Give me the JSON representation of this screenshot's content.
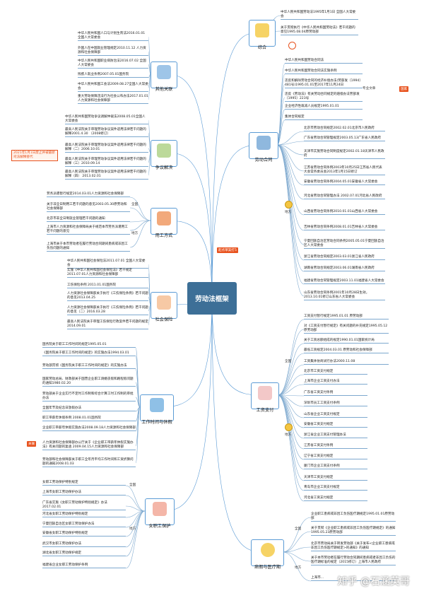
{
  "center_title": "劳动法框架",
  "tags": {
    "left_note": "2021年1月1日废止并被最新司法解释替代",
    "center_note": "起点草案打5",
    "right_note": "国家",
    "bottom_note": "关联"
  },
  "branches": {
    "general": "综合",
    "other": "其他关联",
    "dispute": "争议解决",
    "employment": "用工方式",
    "social": "社会保险",
    "worktime": "工作时间与休假",
    "female": "女职工保护",
    "contract": "劳动合同",
    "wage": "工资支付",
    "leave": "病假与医疗期"
  },
  "labels": {
    "national": "全国",
    "local": "地方",
    "special": "专业文章"
  },
  "general_items": [
    "中华人民共和国劳动法1995年1月1日 全国人大常委会",
    "关于贯彻执行《中华人民共和国劳动法》若干问题的意见1995.08.04原劳动部"
  ],
  "other_items": [
    "中华人民共和国人口与计划生育法2016.01.01 全国人大常委会",
    "外国人在中国就业管理规定2010.11.12 人力资源和社会保障部",
    "中华人民共和国职业病防治法2016.07.02 全国人大常委会",
    "残疾人就业条例2007.05.01国务院",
    "中华人民共和国工会法2009.08.27全国人大常委会",
    "重大劳动保障违法行为社会公布办法2017.01.01人力资源和社会保障部"
  ],
  "dispute_items": [
    "中华人民共和国劳动争议调解仲裁法2008.05.01全国人大常委会",
    "最高人民法院关于审理劳动争议案件适用法律若干问题的解释2001.4.30 （2008修订）",
    "最高人民法院关于审理劳动争议案件适用法律若干问题的解释（二）2006.10.01",
    "最高人民法院关于审理劳动争议案件适用法律若干问题的解释（三）2010.09.14",
    "最高人民法院关于审理劳动争议案件适用法律若干问题的解释（四） 2013.02.01"
  ],
  "employment_items": [
    "劳务派遣暂行规定2014.03.01人力资源和社会保障部",
    "关于非全日制用工若干问题的意见2003.05.30原劳动和社会保障部",
    "北京市非全日制就业管理若干问题的通知",
    "上海市人力资源和社会保障局关于规范本市劳务派遣用工若干问题的意见",
    "上海市关于本市劳动者在履行劳动合同期间患病或非因工负伤问题的通知"
  ],
  "social_items": [
    "中华人民共和国社会保险法2011.07.01 全国人大常委会",
    "实施《中华人民共和国社会保险法》若干规定2011.07.01人力资源和社会保障部",
    "工伤保险条例 2011.01.01国务院",
    "人力资源社会保障部关于执行《工伤保险条例》若干问题的意见2013.04.25",
    "人力资源社会保障部关于执行《工伤保险条例》若干问题的意见（二）2016.03.28",
    "最高人民法院关于审理工伤保险行政案件若干问题的规定2014.09.01"
  ],
  "worktime_items": [
    "国务院关于职工工作时间的规定1995.05.01",
    "《国务院关于职工工作时间的规定》的实施办法1994.03.01",
    "劳动部贯彻《国务院关于职工工作时间的规定》的实施办法",
    "国家劳动总局、财政部关于国营企业职工请婚丧假和路程假问题的通知1980.02.20",
    "劳动部关于企业实行不定时工作制和综合计算工时工作制的审批办法",
    "全国年节及纪念日放假办法",
    "职工带薪年休假条例 2008.01.01国务院",
    "企业职工带薪年休假实施办法2008.09.18人力资源和社会保障部",
    "人力资源和社会保障部办公厅关于《企业职工带薪年休假实施办法》有关问题的复函 2009.04.15人力资源和社会保障部",
    "劳动部和社会保障部关于职工全年月平均工作时间和工资折算问题的通知2008.01.03"
  ],
  "female_items": [
    "女职工劳动保护特别规定",
    "上海市女职工劳动保护办法",
    "广东省实施《女职工劳动保护特别规定》办法2017.02.01",
    "河北省女职工劳动保护特别规定",
    "宁夏回族自治区女职工劳动保护办法",
    "安徽省女职工劳动保护特别规定",
    "武汉市女职工劳动保护办法",
    "湖北省女职工劳动保护规定",
    "福建省企业女职工劳动保护条例"
  ],
  "contract_top": [
    "中华人民共和国劳动合同法",
    "中华人民共和国劳动合同法实施条例",
    "违反和解除劳动合同的经济补偿办法(劳部发〔1994〕481号)1995.01.01至2017年11月24日",
    "违反《劳动法》有关劳动合同规定的赔偿办法劳部发〔1995〕223号",
    "企业经济性裁减人员规定1995.01.01",
    "集体合同规定"
  ],
  "contract_local": [
    "北京市劳动合同规定2002.02.01北京市人民政府",
    "广东省劳动合同管理规定2003.05.13广东省人民政府",
    "天津市实施劳动合同制度规定2002.01.18天津市人民政府",
    "江苏省劳动合同条例2003年10月25日江苏省人民代表大会常务委员会2013年1月15日修订",
    "安徽省劳动合同条例2004.05.01安徽省人大常委会",
    "河北省劳动合同管理办法 2002.07.01河北省人民政府",
    "山西省劳动合同条例2010.01.01山西省人大常委会",
    "吉林省劳动合同条例2008.01.01吉林省人大常委会",
    "宁夏回族自治区劳动合同条例2005.05.01宁夏回族自治区人大常委会",
    "浙江省劳动合同规定2003.03.01浙江省人民政府",
    "湖南省劳动合同规定2003.06.01湖南省人民政府",
    "福建省劳动合同管理规定2003.11.01福建省人大常委会",
    "山东省劳动合同条例2001年10月28日生效，2013.10.01修订山东省人大常委会"
  ],
  "wage_nat": [
    "工资支付暂行规定1995.01.01 原劳动部",
    "对《工资支付暂行规定》有关问题的补充规定1995.05.12原劳动部",
    "关于工资总额组成的规定1990.01.01国家统计局",
    "最低工资规定2004.03.01 原劳动和社会保障部",
    "工资集体协商试行办法2000.11.08"
  ],
  "wage_local": [
    "北京市工资支付规定",
    "上海市企业工资支付办法",
    "广东省工资支付条例",
    "深圳市员工工资支付条例",
    "山东省企业工资支付规定",
    "安徽省工资支付规定",
    "浙江省企业工资支付管理办法",
    "江苏省工资支付条例",
    "辽宁省工资支付规定",
    "厦门市企业工资支付条例",
    "天津市工资支付规定",
    "青岛市企业工资支付规定",
    "河北省工资支付规定"
  ],
  "leave_nat": [
    "企业职工患病或非因工负伤医疗期规定1995.01.01原劳动部",
    "关于贯彻《企业职工患病或非因工负伤医疗期规定》的通知1995.05.23原劳动部"
  ],
  "leave_local": [
    "北京市劳动局关于转发劳动部《关于发布<企业职工患病或非因工负伤医疗期规定>的通知》的通知",
    "关于本市劳动者在履行劳动合同期间患病或者非因工负伤的医疗期标准的规定（2015修订）上海市人民政府",
    "上海市..."
  ],
  "watermark": "知乎 @石涵英哥"
}
